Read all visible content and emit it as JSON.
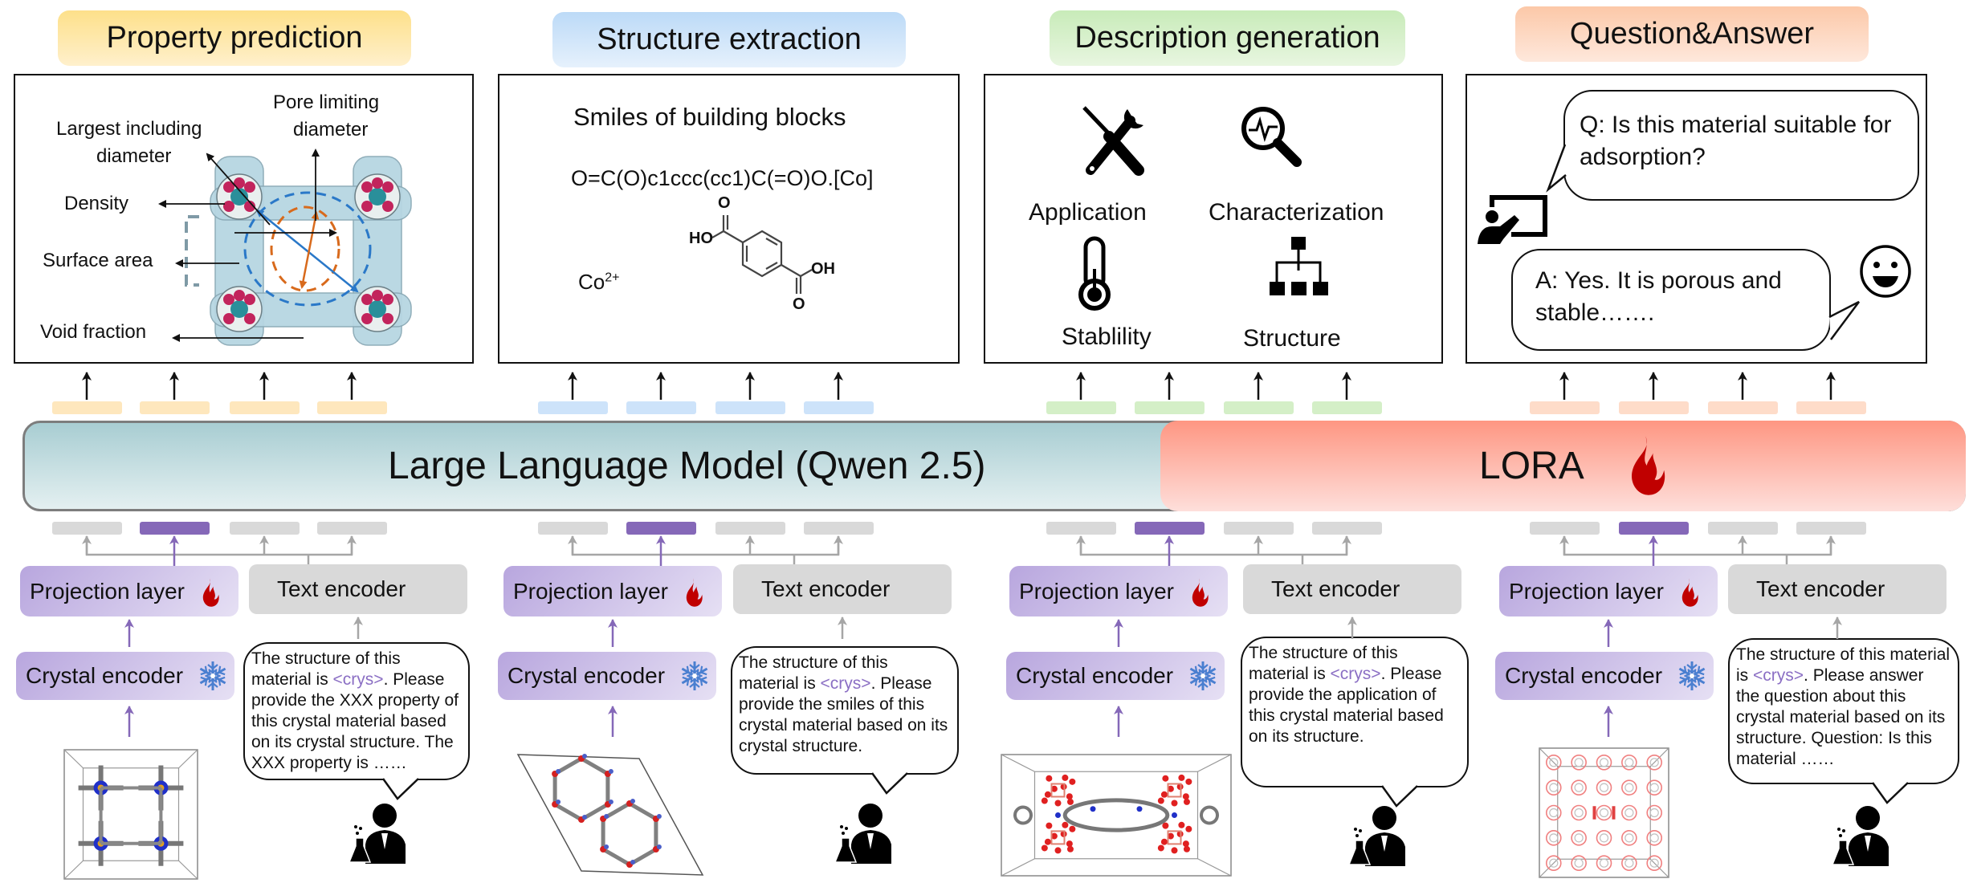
{
  "tasks": [
    {
      "title": "Property prediction",
      "color": "#fde08a",
      "token_color": "#fee7bd"
    },
    {
      "title": "Structure extraction",
      "color": "#bcdaf7",
      "token_color": "#cde3fa"
    },
    {
      "title": "Description generation",
      "color": "#c8ebb9",
      "token_color": "#d4efc7"
    },
    {
      "title": "Question&Answer",
      "color": "#fcc8a8",
      "token_color": "#fedcc9"
    }
  ],
  "property_panel": {
    "labels": {
      "largest": "Largest including diameter",
      "largest_l1": "Largest including",
      "largest_l2": "diameter",
      "pore_l1": "Pore limiting",
      "pore_l2": "diameter",
      "density": "Density",
      "surface": "Surface area",
      "void": "Void fraction"
    }
  },
  "structure_panel": {
    "heading": "Smiles of building blocks",
    "smiles": "O=C(O)c1ccc(cc1)C(=O)O.[Co]",
    "ion_base": "Co",
    "ion_charge": "2+",
    "mol_labels": {
      "o_top": "O",
      "ho": "HO",
      "oh": "OH",
      "o_bottom": "O"
    }
  },
  "description_panel": {
    "items": [
      {
        "label": "Application",
        "icon": "tools-icon"
      },
      {
        "label": "Characterization",
        "icon": "magnifier-waveform-icon"
      },
      {
        "label": "Stablility",
        "icon": "thermometer-icon"
      },
      {
        "label": "Structure",
        "icon": "hierarchy-icon"
      }
    ]
  },
  "qa_panel": {
    "question": "Q: Is this material suitable for adsorption?",
    "answer": "A: Yes. It is porous and stable……."
  },
  "model": {
    "llm_label": "Large Language Model  (Qwen 2.5)",
    "lora_label": "LORA"
  },
  "encoders": {
    "projection_label": "Projection layer",
    "text_encoder_label": "Text encoder",
    "crystal_encoder_label": "Crystal encoder"
  },
  "prompts": [
    {
      "pre": "The structure of this material is ",
      "token": "<crys>",
      "post": ". Please provide the XXX property of this crystal material based on its crystal structure. The XXX property is ……"
    },
    {
      "pre": "The structure of this material is ",
      "token": "<crys>",
      "post": ". Please provide the smiles of this crystal material based on its crystal structure."
    },
    {
      "pre": "The structure of this material is ",
      "token": "<crys>",
      "post": ". Please provide the application of this crystal material based on its structure."
    },
    {
      "pre": "The structure of this material is ",
      "token": "<crys>",
      "post": ". Please answer the question about this crystal material based on its structure. Question: Is this material ……"
    }
  ],
  "colors": {
    "purple_token": "#8568b8",
    "gray_token": "#d9d9d9",
    "fire": "#c00000",
    "snowflake": "#4a7fd0",
    "crys_token_text": "#8b6fc4"
  }
}
